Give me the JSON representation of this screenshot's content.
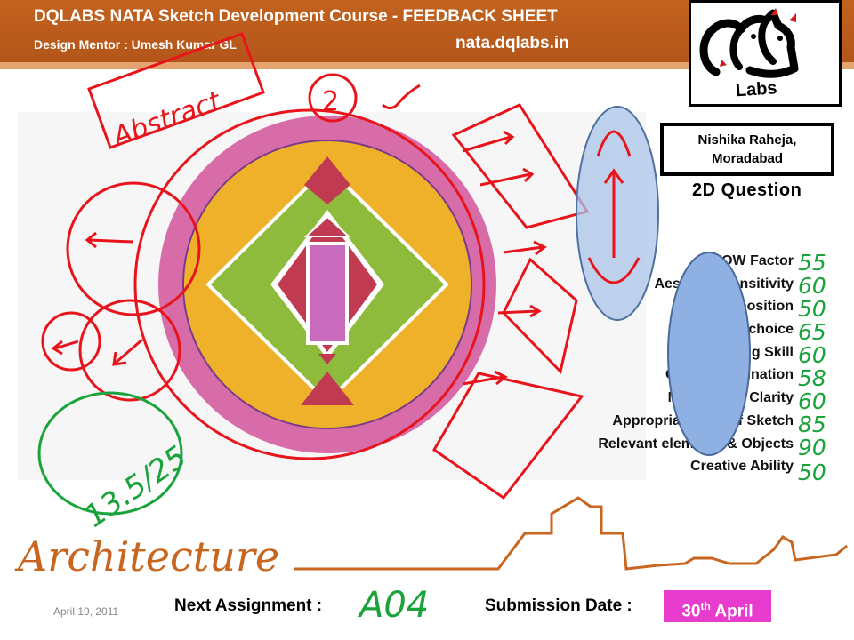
{
  "header": {
    "title": "DQLABS  NATA  Sketch Development Course  - FEEDBACK SHEET",
    "mentor": "Design Mentor :  Umesh Kumar GL",
    "website": "nata.dqlabs.in"
  },
  "logo": {
    "text": "Labs"
  },
  "student": {
    "name": "Nishika Raheja,",
    "city": "Moradabad"
  },
  "question_type": "2D Question",
  "criteria": [
    "WOW Factor",
    "Aesthetic Sensitivity",
    "Composition",
    "Color choice",
    "Drawing Skill",
    "Color Combination",
    "Neatness & Clarity",
    "Appropriateness of Sketch",
    "Relevant elements & Objects",
    "Creative Ability"
  ],
  "annotations": {
    "label": "Abstract",
    "number": "2",
    "total": "13.5/25",
    "scores": [
      "55",
      "60",
      "50",
      "65",
      "60",
      "58",
      "60",
      "85",
      "90",
      "50"
    ],
    "next_assignment_value": "A04"
  },
  "footer": {
    "date": "April 19, 2011",
    "next_assignment_label": "Next Assignment  :",
    "submission_label": "Submission Date  :",
    "submission_day": "30",
    "submission_suffix": "th",
    "submission_month": "April",
    "architecture_word": "Architecture"
  },
  "colors": {
    "header": "#b95a1c",
    "pen_red": "#e8141c",
    "pen_green": "#1aa33a",
    "pen_orange": "#c8651e",
    "due_box": "#e83ccf"
  }
}
